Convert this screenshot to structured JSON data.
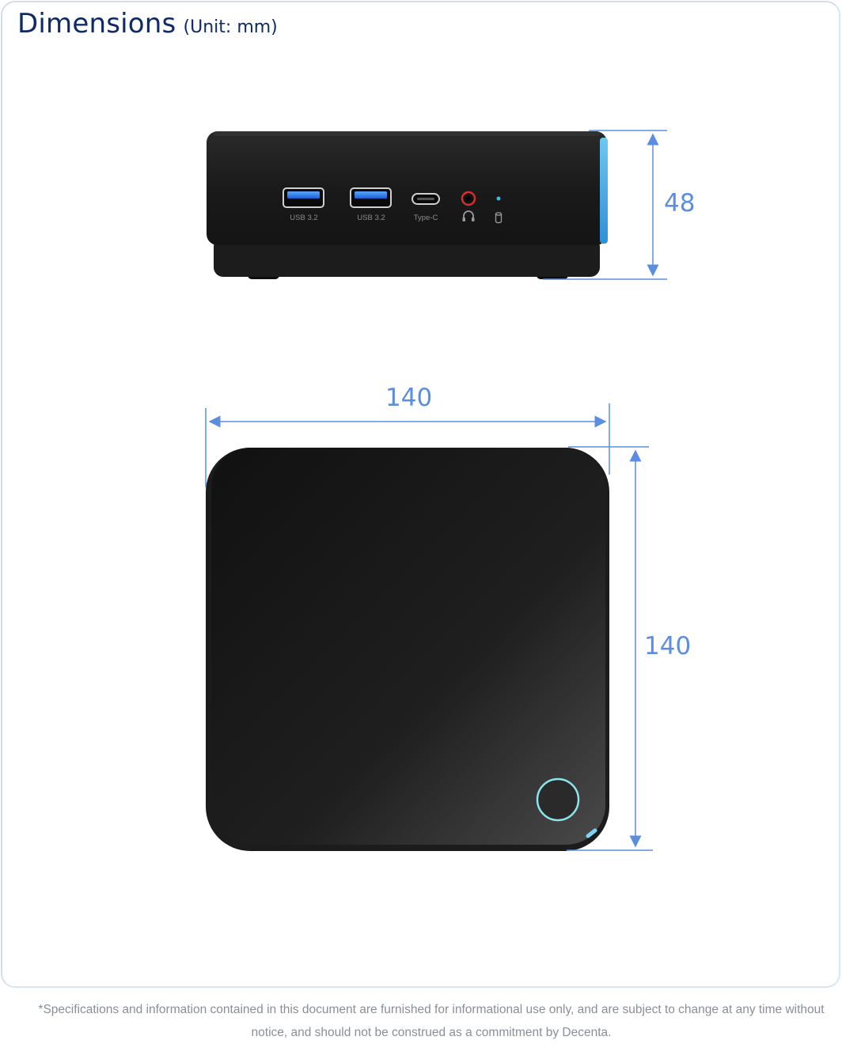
{
  "header": {
    "title": "Dimensions",
    "unit": "(Unit: mm)"
  },
  "front_view": {
    "ports": [
      {
        "label": "USB 3.2",
        "icon": "usb-a-port-icon"
      },
      {
        "label": "USB 3.2",
        "icon": "usb-a-port-icon"
      },
      {
        "label": "Type-C",
        "icon": "usb-c-port-icon"
      },
      {
        "label": "",
        "icon": "headphone-jack-icon"
      },
      {
        "label": "",
        "icon": "storage-led-icon"
      }
    ],
    "height_label": "48"
  },
  "top_view": {
    "width_label": "140",
    "depth_label": "140",
    "power_button_icon": "power-button-icon"
  },
  "colors": {
    "title": "#0f2a66",
    "dimension": "#5b8ee0",
    "device": "#1b1b1b",
    "accent_led": "#49b6e8"
  },
  "footer": {
    "disclaimer": "*Specifications and information contained in this document are furnished for informational use only, and are subject to change at any time without notice, and should not be construed as a commitment by Decenta."
  }
}
